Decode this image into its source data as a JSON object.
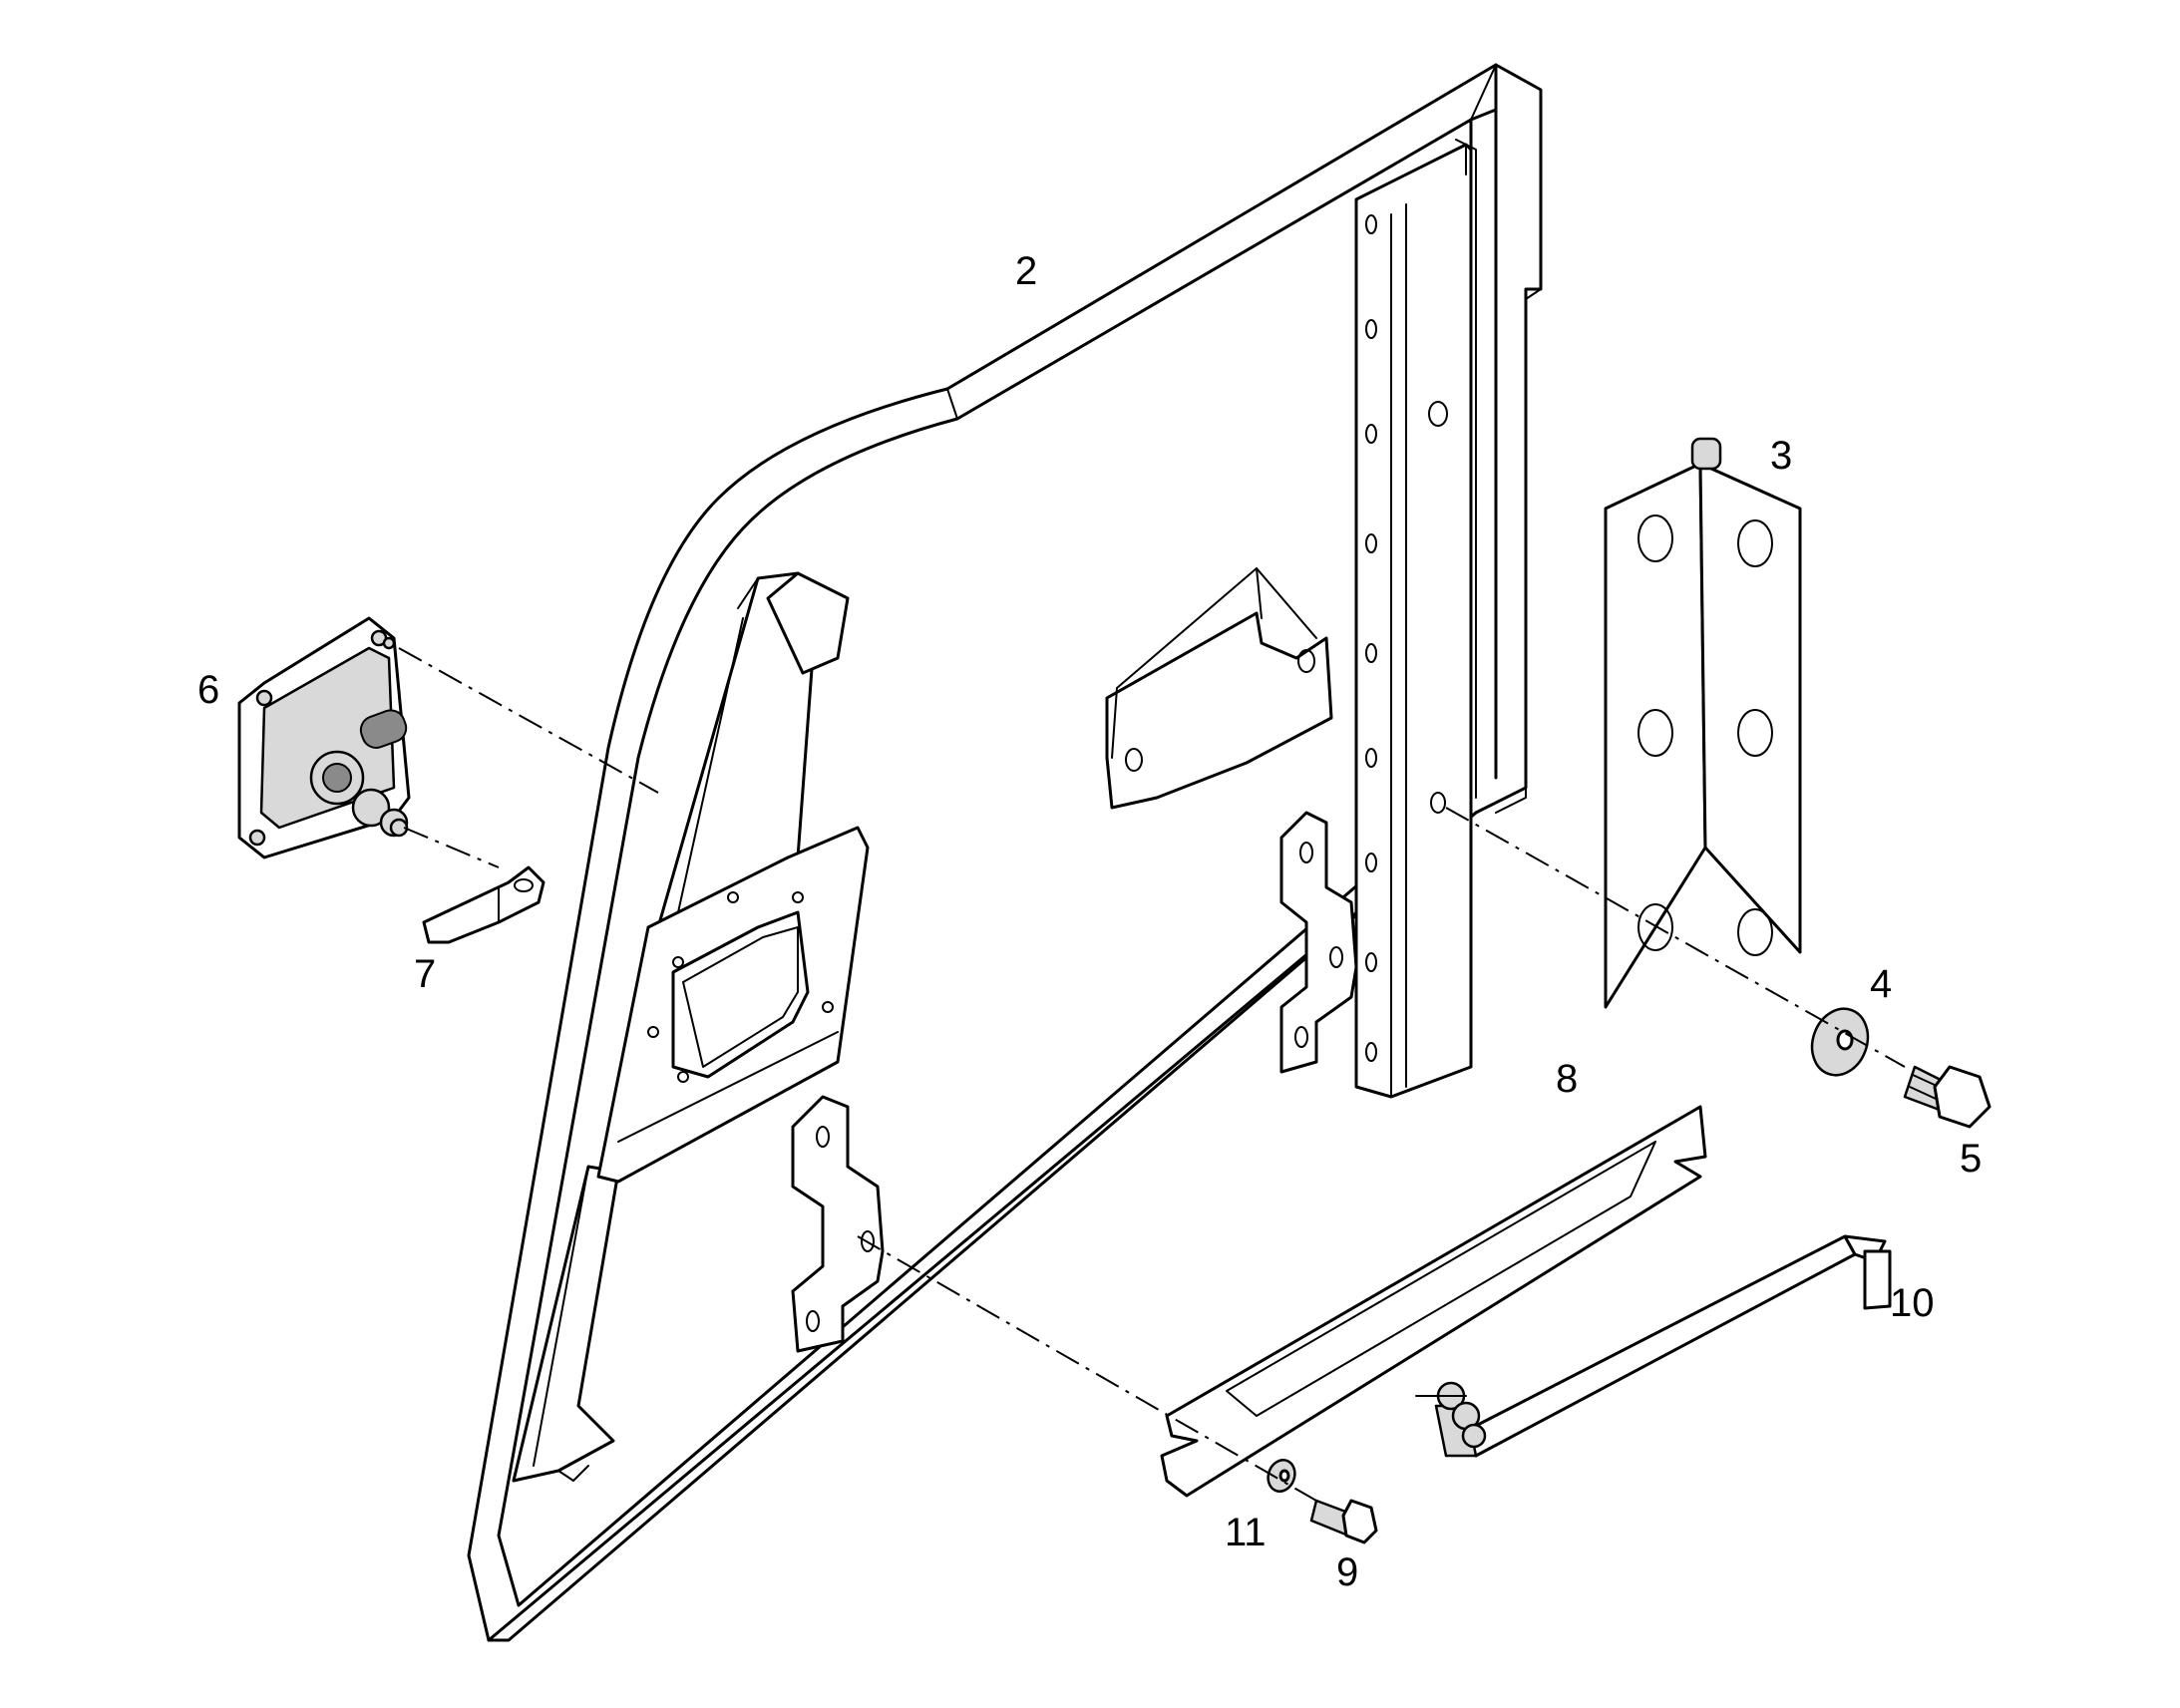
{
  "callouts": {
    "c2": "2",
    "c3": "3",
    "c4": "4",
    "c5": "5",
    "c6": "6",
    "c7": "7",
    "c8": "8",
    "c9": "9",
    "c10": "10",
    "c11": "11"
  },
  "icons": {
    "door_panel": "door-panel-icon",
    "hinge": "hinge-icon",
    "washer": "washer-icon",
    "bolt": "bolt-icon",
    "latch": "latch-icon",
    "cam": "cam-icon",
    "strap": "strap-icon",
    "rod": "rod-icon"
  },
  "colors": {
    "line": "#000000",
    "background": "#ffffff",
    "shade": "#d9d9d9"
  }
}
